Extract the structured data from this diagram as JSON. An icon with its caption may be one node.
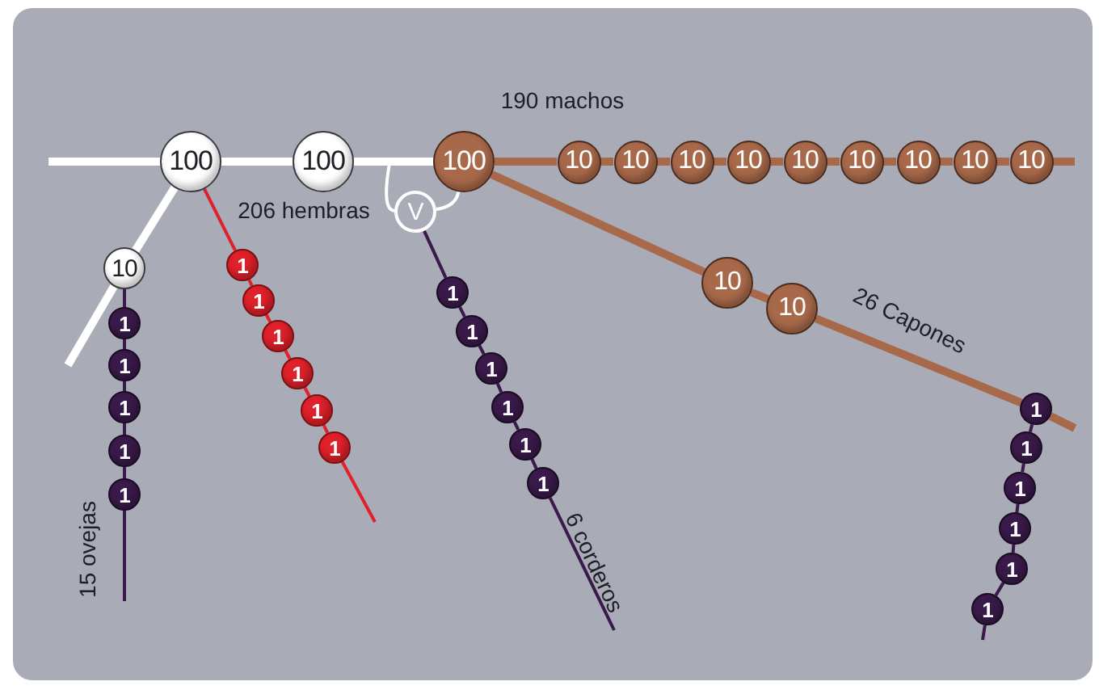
{
  "diagram": {
    "nodes": [
      {
        "text": [
          "100"
        ]
      },
      {
        "text": [
          "100"
        ]
      },
      {
        "text": [
          "100"
        ]
      },
      {
        "text": [
          "10"
        ]
      },
      {
        "text": [
          "10"
        ]
      },
      {
        "text": [
          "10"
        ]
      },
      {
        "text": [
          "10"
        ]
      },
      {
        "text": [
          "10"
        ]
      },
      {
        "text": [
          "10"
        ]
      },
      {
        "text": [
          "10"
        ]
      },
      {
        "text": [
          "10"
        ]
      },
      {
        "text": [
          "10"
        ]
      },
      {
        "text": [
          "10"
        ]
      },
      {
        "text": [
          "1"
        ]
      },
      {
        "text": [
          "1"
        ]
      },
      {
        "text": [
          "1"
        ]
      },
      {
        "text": [
          "1"
        ]
      },
      {
        "text": [
          "1"
        ]
      },
      {
        "text": [
          "1"
        ]
      },
      {
        "text": [
          "1"
        ]
      },
      {
        "text": [
          "1"
        ]
      },
      {
        "text": [
          "1"
        ]
      },
      {
        "text": [
          "1"
        ]
      },
      {
        "text": [
          "1"
        ]
      },
      {
        "text": [
          "V"
        ]
      },
      {
        "text": [
          "1"
        ]
      },
      {
        "text": [
          "1"
        ]
      },
      {
        "text": [
          "1"
        ]
      },
      {
        "text": [
          "1"
        ]
      },
      {
        "text": [
          "1"
        ]
      },
      {
        "text": [
          "1"
        ]
      },
      {
        "text": [
          "10"
        ]
      },
      {
        "text": [
          "10"
        ]
      },
      {
        "text": [
          "1"
        ]
      },
      {
        "text": [
          "1"
        ]
      },
      {
        "text": [
          "1"
        ]
      },
      {
        "text": [
          "1"
        ]
      },
      {
        "text": [
          "1"
        ]
      },
      {
        "text": [
          "1"
        ]
      }
    ],
    "edges": [
      {
        "from": null,
        "to": 0,
        "arrow": "none",
        "style": "thick",
        "color": "#ffffff"
      },
      {
        "from": 0,
        "to": 1,
        "arrow": "none",
        "style": "thick",
        "color": "#ffffff"
      },
      {
        "from": 1,
        "to": 2,
        "arrow": "none",
        "style": "thick",
        "color": "#ffffff"
      },
      {
        "from": 2,
        "to": 3,
        "arrow": "none",
        "style": "thick",
        "color": "#a8694a"
      },
      {
        "from": 3,
        "to": 4,
        "arrow": "none",
        "style": "thick",
        "color": "#a8694a"
      },
      {
        "from": 4,
        "to": 5,
        "arrow": "none",
        "style": "thick",
        "color": "#a8694a"
      },
      {
        "from": 5,
        "to": 6,
        "arrow": "none",
        "style": "thick",
        "color": "#a8694a"
      },
      {
        "from": 6,
        "to": 7,
        "arrow": "none",
        "style": "thick",
        "color": "#a8694a"
      },
      {
        "from": 7,
        "to": 8,
        "arrow": "none",
        "style": "thick",
        "color": "#a8694a"
      },
      {
        "from": 8,
        "to": 9,
        "arrow": "none",
        "style": "thick",
        "color": "#a8694a"
      },
      {
        "from": 9,
        "to": 10,
        "arrow": "none",
        "style": "thick",
        "color": "#a8694a"
      },
      {
        "from": 10,
        "to": 11,
        "arrow": "none",
        "style": "thick",
        "color": "#a8694a"
      },
      {
        "from": 11,
        "to": null,
        "arrow": "none",
        "style": "thick",
        "color": "#a8694a"
      },
      {
        "from": 0,
        "to": 12,
        "arrow": "none",
        "style": "thick",
        "color": "#ffffff"
      },
      {
        "from": 12,
        "to": null,
        "arrow": "none",
        "style": "thick",
        "color": "#ffffff"
      },
      {
        "from": 12,
        "to": 13,
        "arrow": "none"
      },
      {
        "from": 13,
        "to": 14,
        "arrow": "none"
      },
      {
        "from": 14,
        "to": 15,
        "arrow": "none"
      },
      {
        "from": 15,
        "to": 16,
        "arrow": "none"
      },
      {
        "from": 16,
        "to": 17,
        "arrow": "none"
      },
      {
        "from": 17,
        "to": null,
        "arrow": "none"
      },
      {
        "from": 0,
        "to": 18,
        "arrow": "none",
        "color": "#e0202a"
      },
      {
        "from": 18,
        "to": 19,
        "arrow": "none",
        "color": "#e0202a"
      },
      {
        "from": 19,
        "to": 20,
        "arrow": "none",
        "color": "#e0202a"
      },
      {
        "from": 20,
        "to": 21,
        "arrow": "none",
        "color": "#e0202a"
      },
      {
        "from": 21,
        "to": 22,
        "arrow": "none",
        "color": "#e0202a"
      },
      {
        "from": 22,
        "to": 23,
        "arrow": "none",
        "color": "#e0202a"
      },
      {
        "from": 23,
        "to": null,
        "arrow": "none",
        "color": "#e0202a"
      },
      {
        "from": 24,
        "to": null,
        "arrow": "none",
        "color": "#ffffff"
      },
      {
        "from": 24,
        "to": 2,
        "arrow": "none",
        "color": "#ffffff"
      },
      {
        "from": 24,
        "to": 25,
        "arrow": "none"
      },
      {
        "from": 25,
        "to": 26,
        "arrow": "none"
      },
      {
        "from": 26,
        "to": 27,
        "arrow": "none"
      },
      {
        "from": 27,
        "to": 28,
        "arrow": "none"
      },
      {
        "from": 28,
        "to": 29,
        "arrow": "none"
      },
      {
        "from": 29,
        "to": 30,
        "arrow": "none"
      },
      {
        "from": 30,
        "to": null,
        "arrow": "none"
      },
      {
        "from": 2,
        "to": 31,
        "arrow": "none",
        "style": "thick",
        "color": "#a8694a"
      },
      {
        "from": 31,
        "to": 32,
        "arrow": "none",
        "style": "thick",
        "color": "#a8694a"
      },
      {
        "from": 32,
        "to": 33,
        "arrow": "none",
        "style": "thick",
        "color": "#a8694a"
      },
      {
        "from": 33,
        "to": null,
        "arrow": "none",
        "style": "thick",
        "color": "#a8694a"
      },
      {
        "from": 33,
        "to": 34,
        "arrow": "none"
      },
      {
        "from": 34,
        "to": 35,
        "arrow": "none"
      },
      {
        "from": 35,
        "to": 36,
        "arrow": "none"
      },
      {
        "from": 36,
        "to": 37,
        "arrow": "none"
      },
      {
        "from": 37,
        "to": 38,
        "arrow": "none"
      },
      {
        "from": 38,
        "to": null,
        "arrow": "none"
      }
    ],
    "labels": [
      "190 machos",
      "206 hembras",
      "26 Capones",
      "6 corderos",
      "15 ovejas"
    ]
  }
}
